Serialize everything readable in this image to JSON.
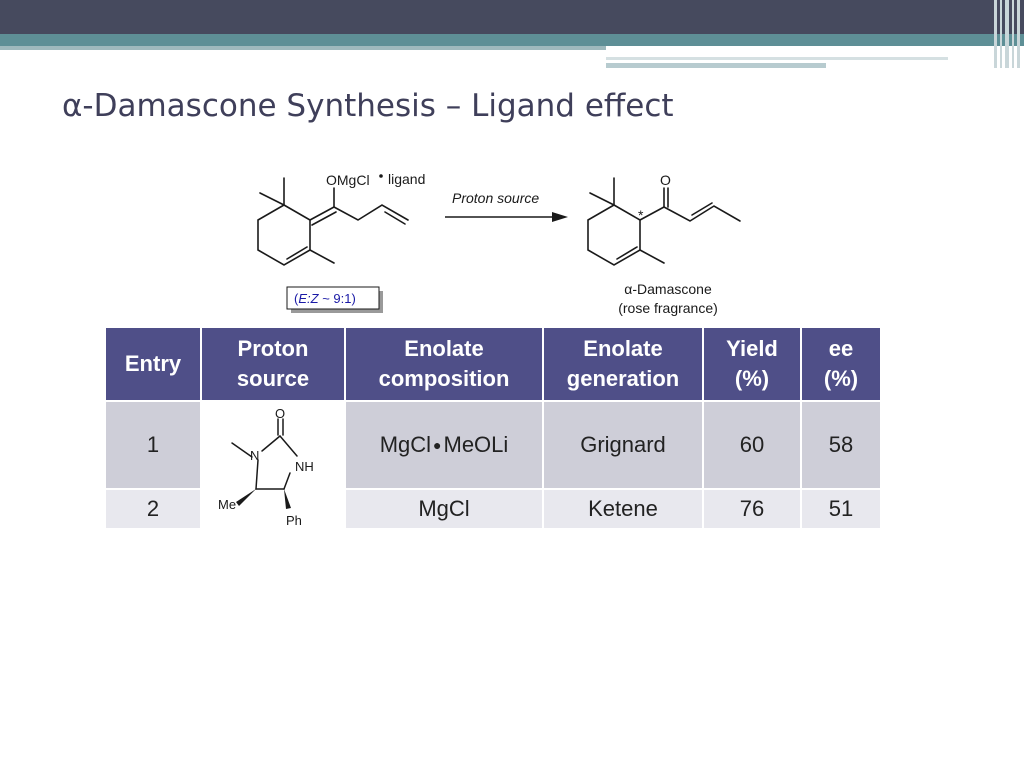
{
  "slide": {
    "title": "α-Damascone Synthesis – Ligand effect"
  },
  "scheme": {
    "reagent_label": "OMgCl",
    "reagent_suffix": "ligand",
    "arrow_label": "Proton source",
    "ratio": {
      "open": "(",
      "italic": "E:Z",
      "rest": " ~ 9:1)"
    },
    "stereo_mark": "*",
    "carbonyl": "O",
    "product_name": "α-Damascone",
    "product_note": "(rose fragrance)"
  },
  "ligand": {
    "o": "O",
    "n": "N",
    "nh": "NH",
    "me": "Me",
    "ph": "Ph"
  },
  "table": {
    "headers": [
      {
        "line1": "Entry",
        "line2": ""
      },
      {
        "line1": "Proton",
        "line2": "source"
      },
      {
        "line1": "Enolate",
        "line2": "composition"
      },
      {
        "line1": "Enolate",
        "line2": "generation"
      },
      {
        "line1": "Yield",
        "line2": "(%)"
      },
      {
        "line1": "ee",
        "line2": "(%)"
      }
    ],
    "rows": [
      {
        "entry": "1",
        "composition_a": "MgCl",
        "composition_b": "MeOLi",
        "generation": "Grignard",
        "yield": "60",
        "ee": "58"
      },
      {
        "entry": "2",
        "composition_a": "MgCl",
        "composition_b": "",
        "generation": "Ketene",
        "yield": "76",
        "ee": "51"
      }
    ]
  },
  "colors": {
    "header_bg": "#4f4f88",
    "row1_bg": "#ceced8",
    "row2_bg": "#e8e8ee",
    "title": "#3f3f5a",
    "ratio_text": "#1a1aa6"
  }
}
